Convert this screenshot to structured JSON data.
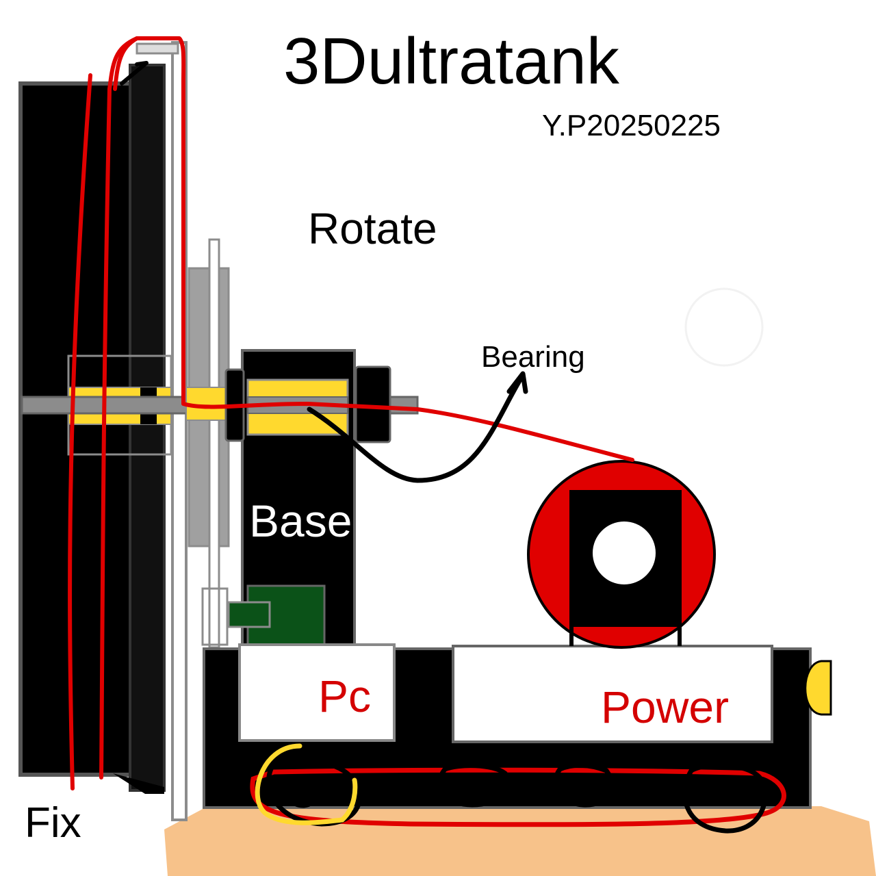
{
  "title": "3Dultratank",
  "subtitle": "Y.P20250225",
  "labels": {
    "rotate": "Rotate",
    "bearing": "Bearing",
    "base": "Base",
    "pc": "Pc",
    "power": "Power",
    "fix": "Fix"
  },
  "colors": {
    "text": "#000000",
    "label_red": "#d40000",
    "label_white": "#ffffff",
    "body": "#000000",
    "frame_gray": "#555555",
    "rail_gray": "#8c8c8c",
    "bearing_yellow": "#ffd92e",
    "wire_red": "#e00000",
    "board_green": "#0b5218",
    "floor_sand": "#f7c28a",
    "box_white": "#ffffff"
  }
}
